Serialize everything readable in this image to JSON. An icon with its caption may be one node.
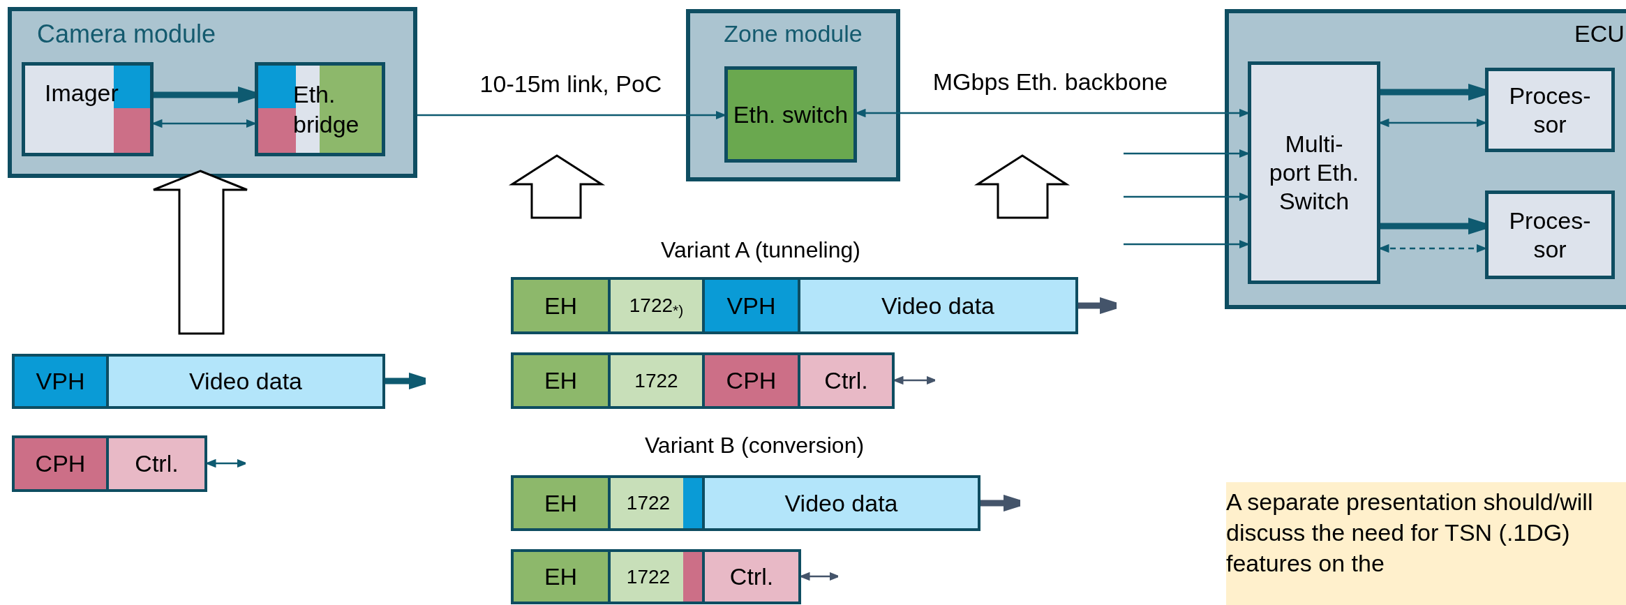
{
  "diagram": {
    "nodes": [
      {
        "text": [
          "Camera module"
        ]
      },
      {
        "text": [
          "Imager"
        ],
        "in": 0
      },
      {
        "text": [
          "Eth. bridge"
        ],
        "in": 0
      },
      {
        "text": [
          "Zone module"
        ]
      },
      {
        "text": [
          "Eth. switch"
        ],
        "in": 3
      },
      {
        "text": [
          "ECU"
        ]
      },
      {
        "text": [
          "Multi- port Eth. Switch"
        ],
        "in": 5
      },
      {
        "text": [
          "Proces- sor"
        ],
        "in": 5
      },
      {
        "text": [
          "Proces- sor"
        ],
        "in": 5
      },
      {
        "text": [
          "VPH"
        ]
      },
      {
        "text": [
          "Video data"
        ]
      },
      {
        "text": [
          "CPH"
        ]
      },
      {
        "text": [
          "Ctrl."
        ]
      },
      {
        "text": [
          "EH"
        ]
      },
      {
        "text": [
          "1722$_{*)}$"
        ]
      },
      {
        "text": [
          "VPH"
        ]
      },
      {
        "text": [
          "Video data"
        ]
      },
      {
        "text": [
          "EH"
        ]
      },
      {
        "text": [
          "1722"
        ]
      },
      {
        "text": [
          "CPH"
        ]
      },
      {
        "text": [
          "Ctrl."
        ]
      },
      {
        "text": [
          "EH"
        ]
      },
      {
        "text": [
          "1722"
        ]
      },
      {
        "text": [],
        "shape": "bar"
      },
      {
        "text": [
          "Video data"
        ]
      },
      {
        "text": [
          "EH"
        ]
      },
      {
        "text": [
          "1722"
        ]
      },
      {
        "text": [],
        "shape": "bar"
      },
      {
        "text": [
          "Ctrl."
        ]
      },
      {
        "text": [
          "A separate presentation should/will discuss the need for TSN (.1DG) features on the"
        ]
      }
    ],
    "edges": [
      {
        "from": 1,
        "to": 2,
        "arrow": "to",
        "style": "thick"
      },
      {
        "from": 1,
        "to": 2,
        "arrow": "both"
      },
      {
        "from": 0,
        "to": 4,
        "arrow": "to",
        "label": "10-15m link, PoC"
      },
      {
        "from": 4,
        "to": 6,
        "arrow": "both",
        "label": "MGbps Eth. backbone"
      },
      {
        "from": null,
        "to": 6,
        "arrow": "to"
      },
      {
        "from": null,
        "to": 6,
        "arrow": "to"
      },
      {
        "from": null,
        "to": 6,
        "arrow": "to"
      },
      {
        "from": 6,
        "to": 7,
        "arrow": "to",
        "style": "thick"
      },
      {
        "from": 6,
        "to": 7,
        "arrow": "both"
      },
      {
        "from": 6,
        "to": 8,
        "arrow": "to",
        "style": "thick"
      },
      {
        "from": 6,
        "to": 8,
        "arrow": "both",
        "style": "dashed"
      },
      {
        "from": 10,
        "to": null,
        "arrow": "to",
        "style": "thick"
      },
      {
        "from": 12,
        "to": null,
        "arrow": "both"
      },
      {
        "from": 16,
        "to": null,
        "arrow": "to",
        "style": "thick",
        "color": "#44546a"
      },
      {
        "from": 20,
        "to": null,
        "arrow": "both",
        "color": "#44546a"
      },
      {
        "from": 24,
        "to": null,
        "arrow": "to",
        "style": "thick",
        "color": "#44546a"
      },
      {
        "from": 28,
        "to": null,
        "arrow": "both",
        "color": "#44546a"
      }
    ],
    "labels": [
      "Variant A (tunneling)",
      "Variant B (conversion)"
    ]
  }
}
